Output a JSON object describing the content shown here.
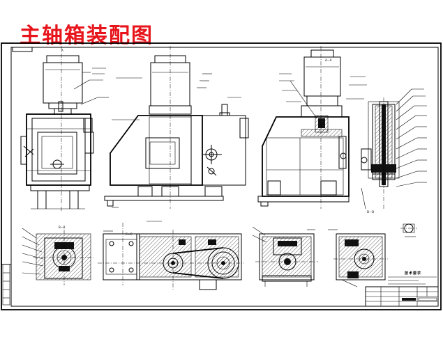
{
  "title": "主轴箱装配图",
  "title_color": "#e8141b",
  "views": [
    "A",
    "A—A",
    "B—B",
    "C—C",
    "D—D"
  ],
  "title_block": {
    "notes_heading": "技术要求"
  }
}
